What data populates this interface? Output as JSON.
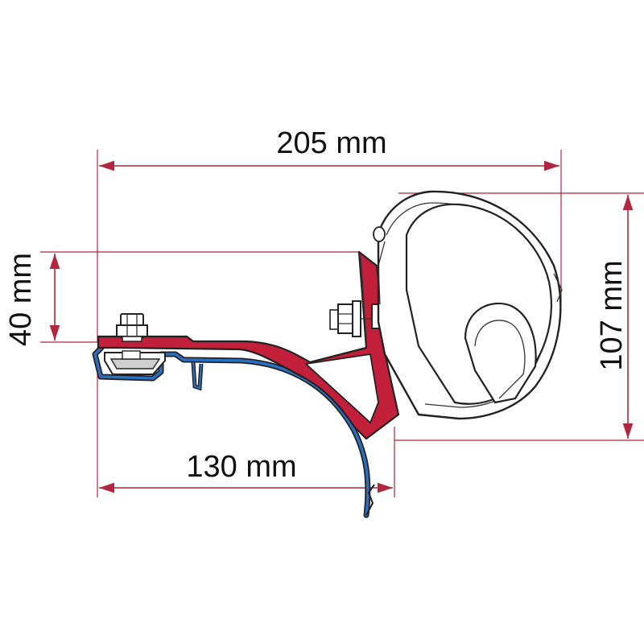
{
  "dimensions": {
    "overall_width": "205 mm",
    "overall_height": "107 mm",
    "adapter_height": "40 mm",
    "adapter_width": "130 mm"
  },
  "colors": {
    "dimension_line": "#b3263f",
    "adapter_bracket": "#c21f3a",
    "roof_profile": "#2a6fc0",
    "outline": "#222222",
    "background": "#ffffff"
  }
}
